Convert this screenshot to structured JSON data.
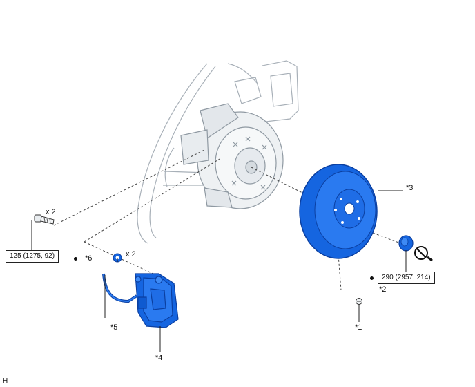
{
  "callouts": {
    "c1": "*1",
    "c2": "*2",
    "c3": "*3",
    "c4": "*4",
    "c5": "*5",
    "c6": "*6"
  },
  "quantities": {
    "bolt_qty": "x 2",
    "seal_qty": "x 2"
  },
  "torque_specs": {
    "bolt": "125 (1275, 92)",
    "hub_nut": "290 (2957, 214)"
  },
  "figure_code": "H",
  "colors": {
    "part_highlight": "#1565e0",
    "part_dark": "#0b3fa0",
    "line_art": "#9aa3ab",
    "leader": "#222222"
  }
}
